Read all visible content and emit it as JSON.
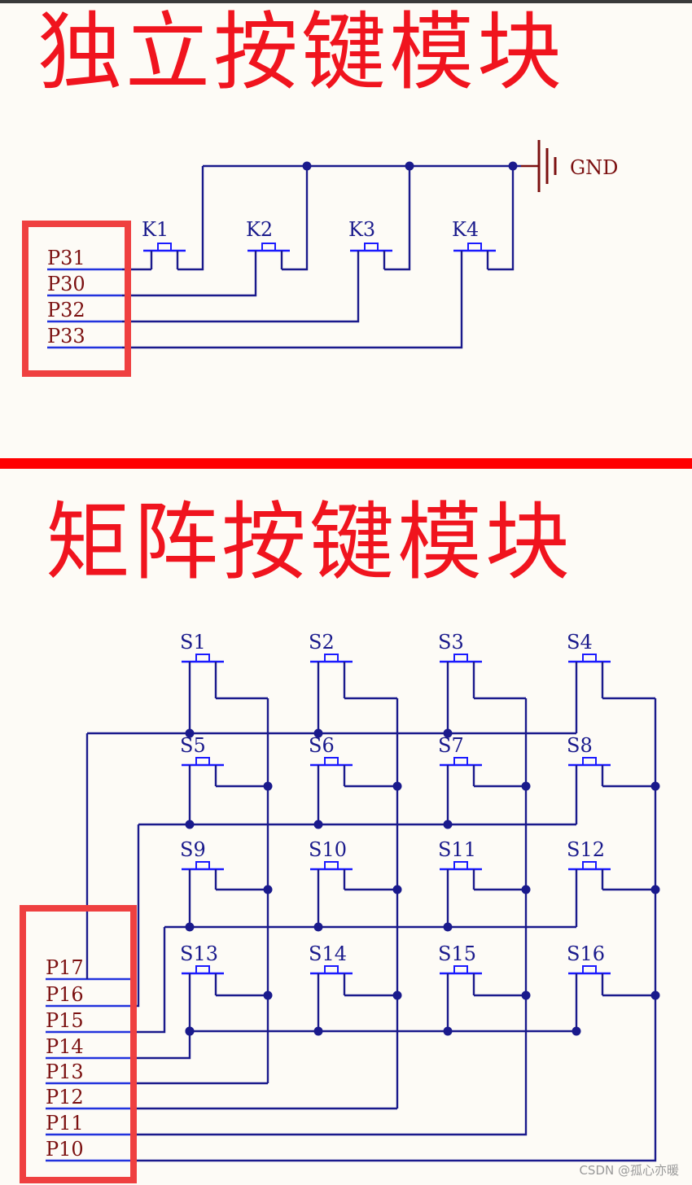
{
  "independent": {
    "title": "独立按键模块",
    "gnd_label": "GND",
    "switches": [
      "K1",
      "K2",
      "K3",
      "K4"
    ],
    "pins": [
      "P31",
      "P30",
      "P32",
      "P33"
    ]
  },
  "matrix": {
    "title": "矩阵按键模块",
    "switches": [
      "S1",
      "S2",
      "S3",
      "S4",
      "S5",
      "S6",
      "S7",
      "S8",
      "S9",
      "S10",
      "S11",
      "S12",
      "S13",
      "S14",
      "S15",
      "S16"
    ],
    "pins": [
      "P17",
      "P16",
      "P15",
      "P14",
      "P13",
      "P12",
      "P11",
      "P10"
    ]
  },
  "colors": {
    "wire": "#1a1a8c",
    "label": "#7b1010",
    "pin_line": "#2233dd",
    "switch": "#1a1aff",
    "highlight": "#ef4040",
    "gnd": "#7b1010"
  },
  "watermark": "CSDN @孤心亦暖"
}
